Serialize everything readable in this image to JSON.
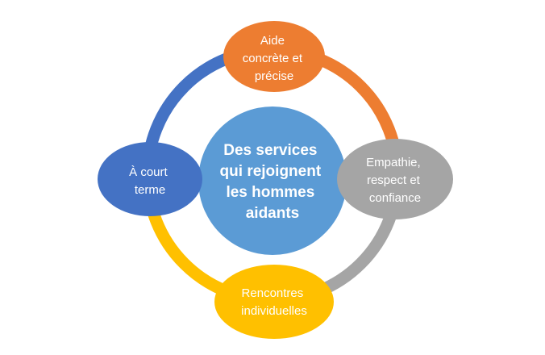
{
  "center": {
    "lines": [
      "Des services",
      "qui rejoignent",
      "les hommes",
      "aidants"
    ],
    "color": "#5b9bd5"
  },
  "nodes": {
    "top": {
      "lines": [
        "Aide",
        "concrète et",
        "précise"
      ],
      "color": "#ed7d31",
      "arc_color": "#ed7d31"
    },
    "right": {
      "lines": [
        "Empathie,",
        "respect et",
        "confiance"
      ],
      "color": "#a5a5a5",
      "arc_color": "#a5a5a5"
    },
    "bottom": {
      "lines": [
        "Rencontres",
        "individuelles"
      ],
      "color": "#ffc000",
      "arc_color": "#ffc000"
    },
    "left": {
      "lines": [
        "À court",
        "terme"
      ],
      "color": "#4472c4",
      "arc_color": "#4472c4"
    }
  }
}
